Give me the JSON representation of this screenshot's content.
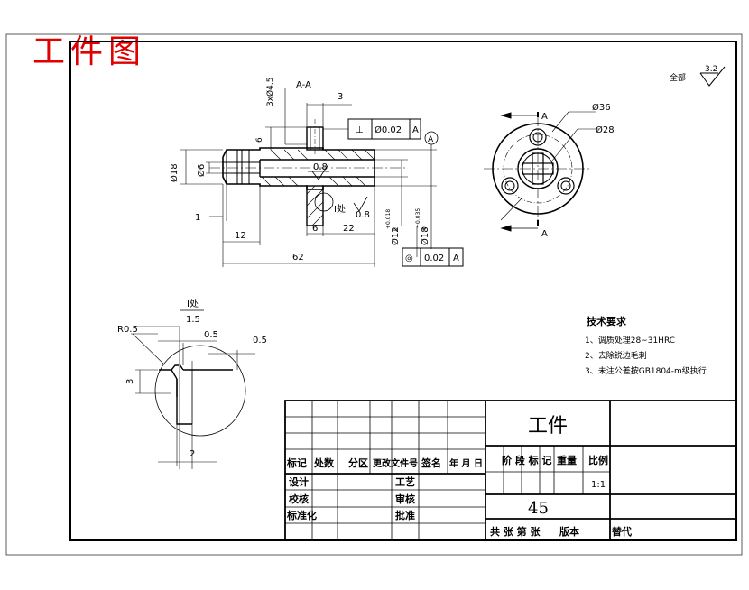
{
  "title": "工件图",
  "roughness_note": {
    "label": "全部",
    "value": "3.2"
  },
  "section_label": "A-A",
  "views": {
    "side": {
      "dims": {
        "od36": "Ø36",
        "od28": "Ø28"
      },
      "section_mark": "A"
    },
    "main": {
      "dims": {
        "thread": "3xØ4.5",
        "d3": "3",
        "d6": "6",
        "d18": "Ø18",
        "d6b": "Ø6",
        "d1": "1",
        "d12": "12",
        "d6c": "6",
        "d22": "22",
        "d62": "62",
        "r08": "0.8",
        "r08b": "0.8",
        "tol1": "Ø12",
        "tol1_upper": "+0.018",
        "tol1_lower": "0",
        "tol2": "Ø18",
        "tol2_upper": "+0.035",
        "tol2_lower": "0",
        "detail_tag": "I处",
        "datum": "A"
      },
      "perp_frame": {
        "symbol": "⊥",
        "value": "Ø0.02",
        "datum": "A"
      },
      "conc_frame": {
        "symbol": "◎",
        "value": "0.02",
        "datum": "A"
      }
    },
    "detail": {
      "label": "I处",
      "scale": "1.5",
      "dims": {
        "r": "R0.5",
        "d05a": "0.5",
        "d05b": "0.5",
        "d3": "3",
        "d2": "2"
      }
    }
  },
  "tech_requirements": {
    "heading": "技术要求",
    "items": [
      "1、调质处理28~31HRC",
      "2、去除锐边毛刺",
      "3、未注公差按GB1804-m级执行"
    ]
  },
  "title_block": {
    "part_name": "工件",
    "material": "45",
    "rev_headers": [
      "标记",
      "处数",
      "分区",
      "更改文件号",
      "签名",
      "年 月 日"
    ],
    "roles": [
      "设计",
      "校核",
      "标准化"
    ],
    "roles2": [
      "工艺",
      "审核",
      "批准"
    ],
    "stage_headers": [
      "阶 段 标 记",
      "重量",
      "比例"
    ],
    "scale_value": "1:1",
    "sheets_label": "共  张 第  张",
    "version_label": "版本",
    "replaces_label": "替代"
  }
}
